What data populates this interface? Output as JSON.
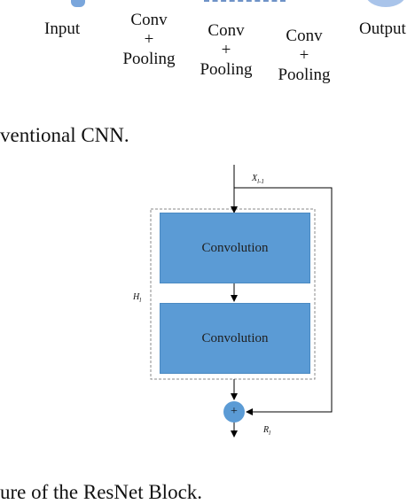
{
  "top_pipeline": {
    "input_label": "Input",
    "stage1": {
      "line1": "Conv",
      "line2": "+",
      "line3": "Pooling"
    },
    "stage2": {
      "line1": "Conv",
      "line2": "+",
      "line3": "Pooling"
    },
    "stage3": {
      "line1": "Conv",
      "line2": "+",
      "line3": "Pooling"
    },
    "output_label": "Output"
  },
  "captions": {
    "fig_a": "ventional CNN.",
    "fig_b": "ure of the ResNet Block."
  },
  "resnet_block": {
    "input_label": "X",
    "input_label_sub": "l-1",
    "block_label": "H",
    "block_label_sub": "l",
    "conv1_label": "Convolution",
    "conv2_label": "Convolution",
    "sum_symbol": "+",
    "output_label": "R",
    "output_label_sub": "l"
  },
  "colors": {
    "conv_fill": "#5b9bd5",
    "sum_fill": "#5b9bd5",
    "output_circle": "#a9c4ea",
    "dashed_border": "#888888",
    "line": "#000000"
  }
}
